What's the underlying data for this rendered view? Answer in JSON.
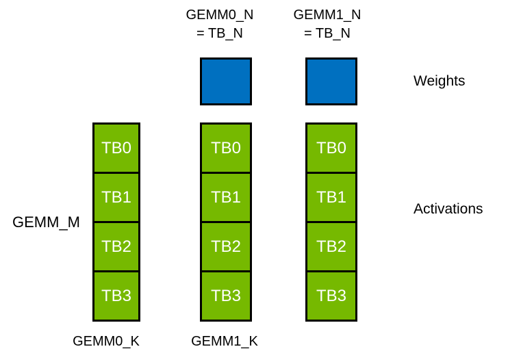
{
  "diagram": {
    "title_context": "GEMM thread-block tiling diagram",
    "colors": {
      "background": "#ffffff",
      "weights_fill": "#0070C0",
      "activations_fill": "#76B900",
      "block_border": "#000000",
      "label_text": "#000000",
      "cell_text": "#ffffff"
    },
    "top_labels": [
      {
        "line1": "GEMM0_N",
        "line2": "= TB_N"
      },
      {
        "line1": "GEMM1_N",
        "line2": "= TB_N"
      }
    ],
    "side_labels": {
      "weights": "Weights",
      "activations": "Activations",
      "gemm_m": "GEMM_M"
    },
    "bottom_labels": [
      {
        "text": "GEMM0_K"
      },
      {
        "text": "GEMM1_K"
      }
    ],
    "weight_blocks": [
      {
        "name": "weight-block-0"
      },
      {
        "name": "weight-block-1"
      }
    ],
    "activation_columns": [
      {
        "cells": [
          "TB0",
          "TB1",
          "TB2",
          "TB3"
        ]
      },
      {
        "cells": [
          "TB0",
          "TB1",
          "TB2",
          "TB3"
        ]
      },
      {
        "cells": [
          "TB0",
          "TB1",
          "TB2",
          "TB3"
        ]
      }
    ]
  }
}
